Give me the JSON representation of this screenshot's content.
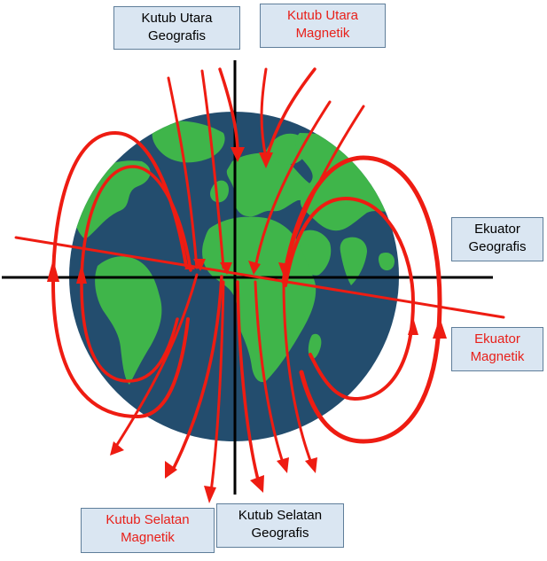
{
  "colors": {
    "ocean": "#234d6e",
    "land": "#3fb54a",
    "field_lines": "#ee1c12",
    "axes": "#000000",
    "label_bg": "#dae6f2",
    "label_border": "#5f7e9a",
    "magnetic_text": "#e8201a",
    "geographic_text": "#000000"
  },
  "labels": {
    "geo_north": {
      "line1": "Kutub Utara",
      "line2": "Geografis"
    },
    "mag_north": {
      "line1": "Kutub Utara",
      "line2": "Magnetik"
    },
    "geo_equator": {
      "line1": "Ekuator",
      "line2": "Geografis"
    },
    "mag_equator": {
      "line1": "Ekuator",
      "line2": "Magnetik"
    },
    "mag_south": {
      "line1": "Kutub Selatan",
      "line2": "Magnetik"
    },
    "geo_south": {
      "line1": "Kutub Selatan",
      "line2": "Geografis"
    }
  },
  "icons": {
    "globe": "earth-globe-icon",
    "arrows": "arrow-head-icon"
  }
}
